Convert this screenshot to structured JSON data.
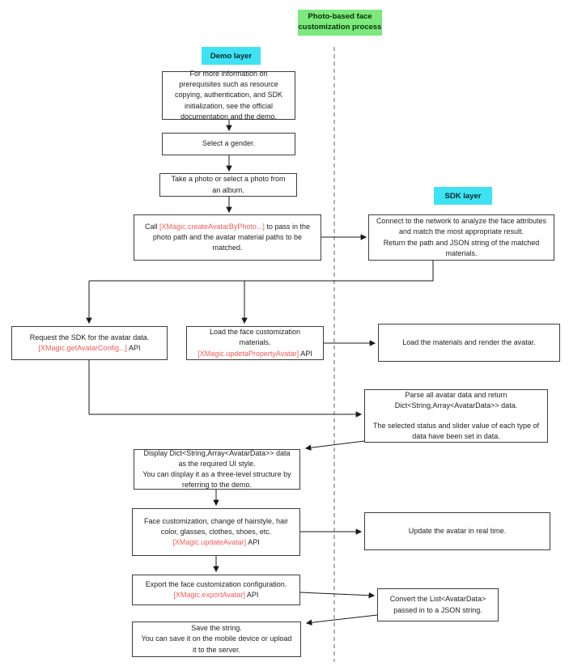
{
  "diagram": {
    "title": "Photo-based face\ncustomization process",
    "colors": {
      "title_bg": "#7be97b",
      "layer_label_bg": "#3fe2f2",
      "api_text": "#f15c58",
      "box_border": "#3d3d3d",
      "arrow": "#1a1a1a"
    },
    "layers": {
      "demo_label": "Demo layer",
      "sdk_label": "SDK layer"
    },
    "nodes": {
      "prerequisites": {
        "text": "For more information on prerequisites such as resource copying, authentication, and SDK initialization, see the official documentation and the demo."
      },
      "select_gender": {
        "text": "Select a gender."
      },
      "take_photo": {
        "text": "Take a photo or select a photo from an album."
      },
      "create_avatar": {
        "prefix": "Call ",
        "api": "[XMagic.createAvatarByPhoto...]",
        "suffix": " to pass in the photo path and the avatar material paths to be matched."
      },
      "connect": {
        "line1": "Connect to the network to analyze the face attributes and match the most appropriate result.",
        "line2": "Return the path and JSON string of the matched materials."
      },
      "request_avatar_data": {
        "text": "Request the SDK for the avatar data.",
        "api": "[XMagic.getAvatarConfig...]",
        "api_suffix": " API"
      },
      "load_materials": {
        "text": "Load the face customization materials.",
        "api": "[XMagic.updetaPropertyAvatar]",
        "api_suffix": " API"
      },
      "load_render": {
        "text": "Load the materials and render the avatar."
      },
      "parse": {
        "line1": "Parse all avatar data and return Dict<String,Array<AvatarData>> data.",
        "line2": "The selected status and slider value of each type of data have been set in data."
      },
      "display": {
        "line1": "Display Dict<String,Array<AvatarData>> data as the required UI style.",
        "line2": "You can display it as a three-level structure by referring to the demo."
      },
      "face_customization": {
        "text": "Face customization, change of hairstyle, hair color, glasses, clothes, shoes, etc.",
        "api": "[XMagic.updateAvatar]",
        "api_suffix": " API"
      },
      "update_realtime": {
        "text": "Update the avatar in real time."
      },
      "export_config": {
        "text": "Export the face customization configuration.",
        "api": "[XMagic.exportAvatar]",
        "api_suffix": " API"
      },
      "convert": {
        "line1": "Convert the List<AvatarData>",
        "line2": "passed in to a JSON string."
      },
      "save": {
        "line1": "Save the string.",
        "line2": "You can save it on the mobile device or upload it to the server."
      }
    }
  }
}
